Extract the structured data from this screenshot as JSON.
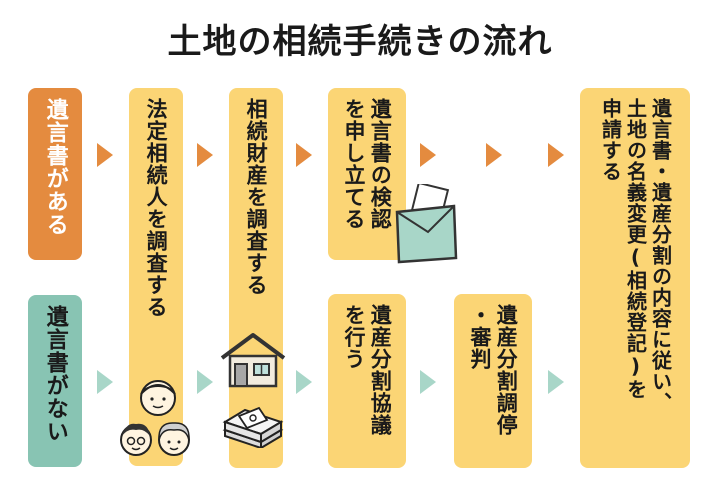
{
  "title": "土地の相続手続きの流れ",
  "rows": {
    "with_will": "遺言書がある",
    "without_will": "遺言書がない"
  },
  "steps": {
    "heir_survey": "法定相続人を調査する",
    "asset_survey": "相続財産を調査する",
    "will_inspection": "遺言書の検認\nを申し立てる",
    "division_talk": "遺産分割協議\nを行う",
    "mediation": "遺産分割調停\n・審判",
    "final": "遺言書・遺産分割の内容に従い、\n土地の名義変更(相続登記)を\n申請する"
  },
  "icons": {
    "people": "people-icon",
    "house": "house-icon",
    "money": "money-bundle-icon",
    "envelope": "envelope-icon"
  },
  "colors": {
    "step": "#fbd575",
    "with_will": "#e48b3f",
    "without_will": "#88c4b3"
  }
}
